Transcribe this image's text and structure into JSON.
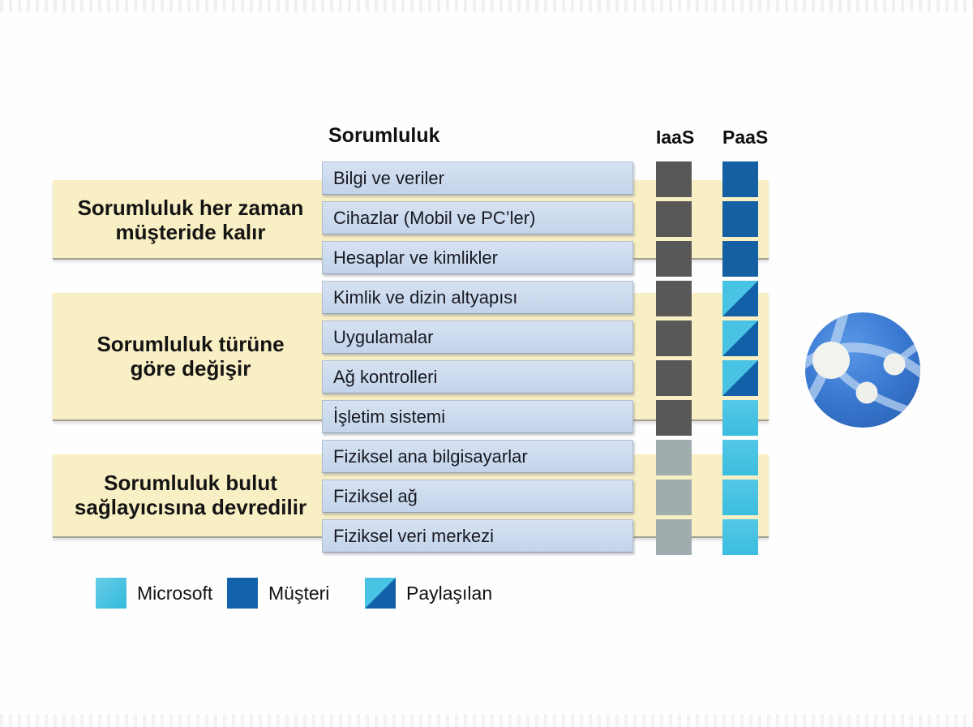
{
  "header": {
    "responsibility_label": "Sorumluluk",
    "iaas_label": "IaaS",
    "paas_label": "PaaS"
  },
  "groups": [
    {
      "line1": "Sorumluluk her zaman",
      "line2": "müşteride kalır"
    },
    {
      "line1": "Sorumluluk türüne",
      "line2": "göre değişir"
    },
    {
      "line1": "Sorumluluk bulut",
      "line2": "sağlayıcısına devredilir"
    }
  ],
  "rows": [
    {
      "label": "Bilgi ve veriler",
      "iaas": "gray-dark",
      "paas": "customer"
    },
    {
      "label": "Cihazlar (Mobil ve PC’ler)",
      "iaas": "gray-dark",
      "paas": "customer"
    },
    {
      "label": "Hesaplar ve kimlikler",
      "iaas": "gray-dark",
      "paas": "customer"
    },
    {
      "label": "Kimlik ve dizin altyapısı",
      "iaas": "gray-dark",
      "paas": "shared"
    },
    {
      "label": "Uygulamalar",
      "iaas": "gray-dark",
      "paas": "shared"
    },
    {
      "label": "Ağ kontrolleri",
      "iaas": "gray-dark",
      "paas": "shared"
    },
    {
      "label": "İşletim sistemi",
      "iaas": "gray-dark",
      "paas": "microsoft"
    },
    {
      "label": "Fiziksel ana bilgisayarlar",
      "iaas": "gray-light",
      "paas": "microsoft"
    },
    {
      "label": "Fiziksel ağ",
      "iaas": "gray-light",
      "paas": "microsoft"
    },
    {
      "label": "Fiziksel veri merkezi",
      "iaas": "gray-light",
      "paas": "microsoft"
    }
  ],
  "legend": [
    {
      "label": "Microsoft",
      "value": "microsoft"
    },
    {
      "label": "Müşteri",
      "value": "customer"
    },
    {
      "label": "Paylaşılan",
      "value": "shared"
    }
  ],
  "colors": {
    "microsoft_cyan": "#49c3e3",
    "customer_blue": "#1560a2",
    "shared_split": [
      "#49c3e3",
      "#1261a8"
    ],
    "iaas_gray_dark": "#585858",
    "iaas_gray_light": "#9fadae",
    "band_yellow": "#f9efc4",
    "row_fill_blue": "#c8d8ed",
    "globe_blue": "#3a7ad2"
  },
  "icon": {
    "name": "azure-app-service-globe"
  }
}
